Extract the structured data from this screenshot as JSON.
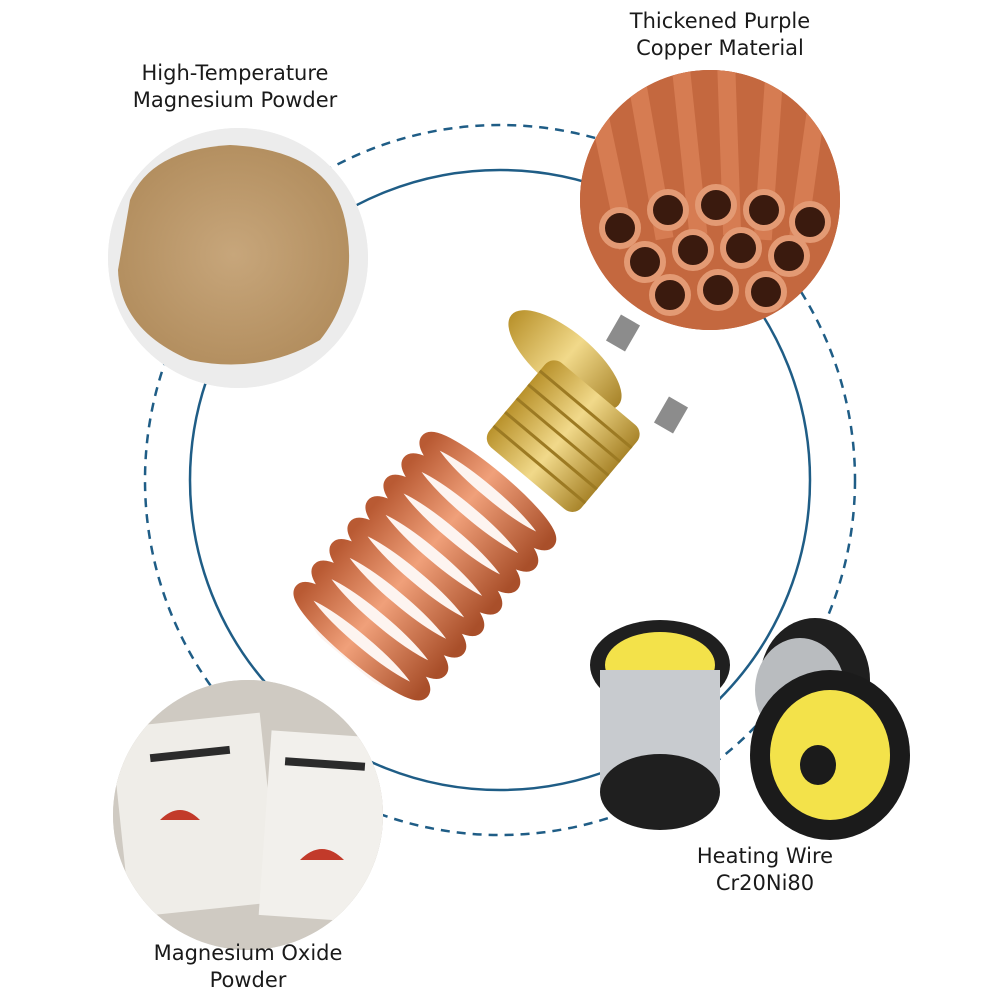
{
  "labels": {
    "magnesium_powder": [
      "High-Temperature",
      "Magnesium Powder"
    ],
    "copper": [
      "Thickened Purple",
      "Copper Material"
    ],
    "heating_wire": [
      "Heating Wire",
      "Cr20Ni80"
    ],
    "magnesium_oxide": [
      "Magnesium Oxide",
      "Powder"
    ]
  },
  "colors": {
    "ring": "#1f5d86",
    "copper": "#d9794f",
    "brass": "#e3c05a",
    "powder": "#c9a87a",
    "bag": "#e8e6e1",
    "spool": "#2a2a2a",
    "spool_label": "#f3e24a"
  }
}
